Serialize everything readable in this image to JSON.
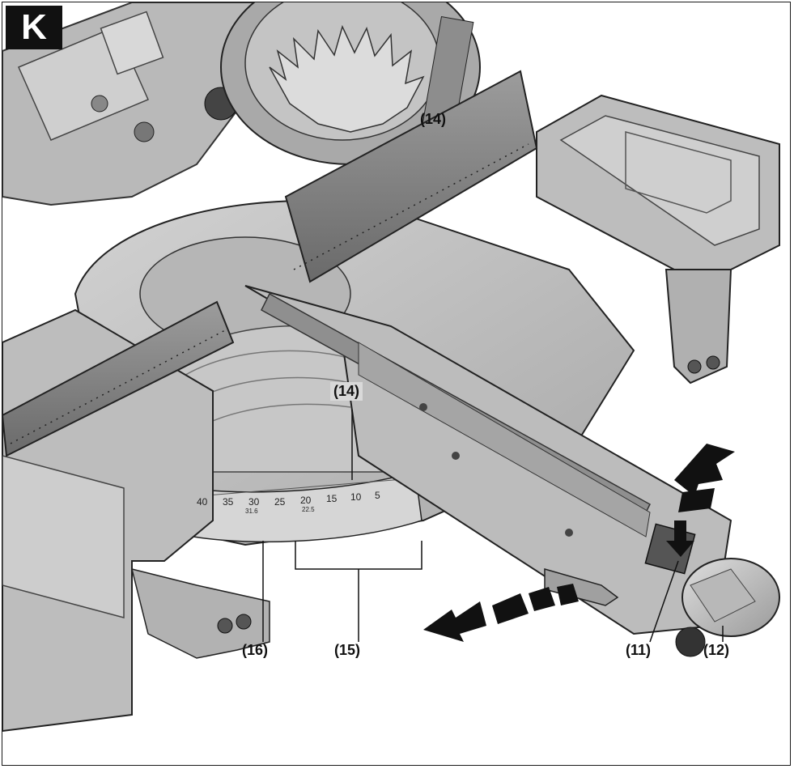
{
  "figure": {
    "panel_letter": "K",
    "callouts": {
      "c11": "(11)",
      "c12": "(12)",
      "c14_top": "(14)",
      "c14_mid": "(14)",
      "c15": "(15)",
      "c16": "(16)"
    },
    "scale_numbers": [
      "40",
      "35",
      "30",
      "25",
      "20",
      "15",
      "10",
      "5"
    ],
    "scale_minor": [
      "31.6",
      "22.5"
    ]
  },
  "colors": {
    "body_light": "#c8c8c8",
    "body_mid": "#a9a9a9",
    "body_dark": "#6e6e6e",
    "fence_metal": "#8a8a8a",
    "outline": "#2a2a2a",
    "arrow": "#111111"
  }
}
